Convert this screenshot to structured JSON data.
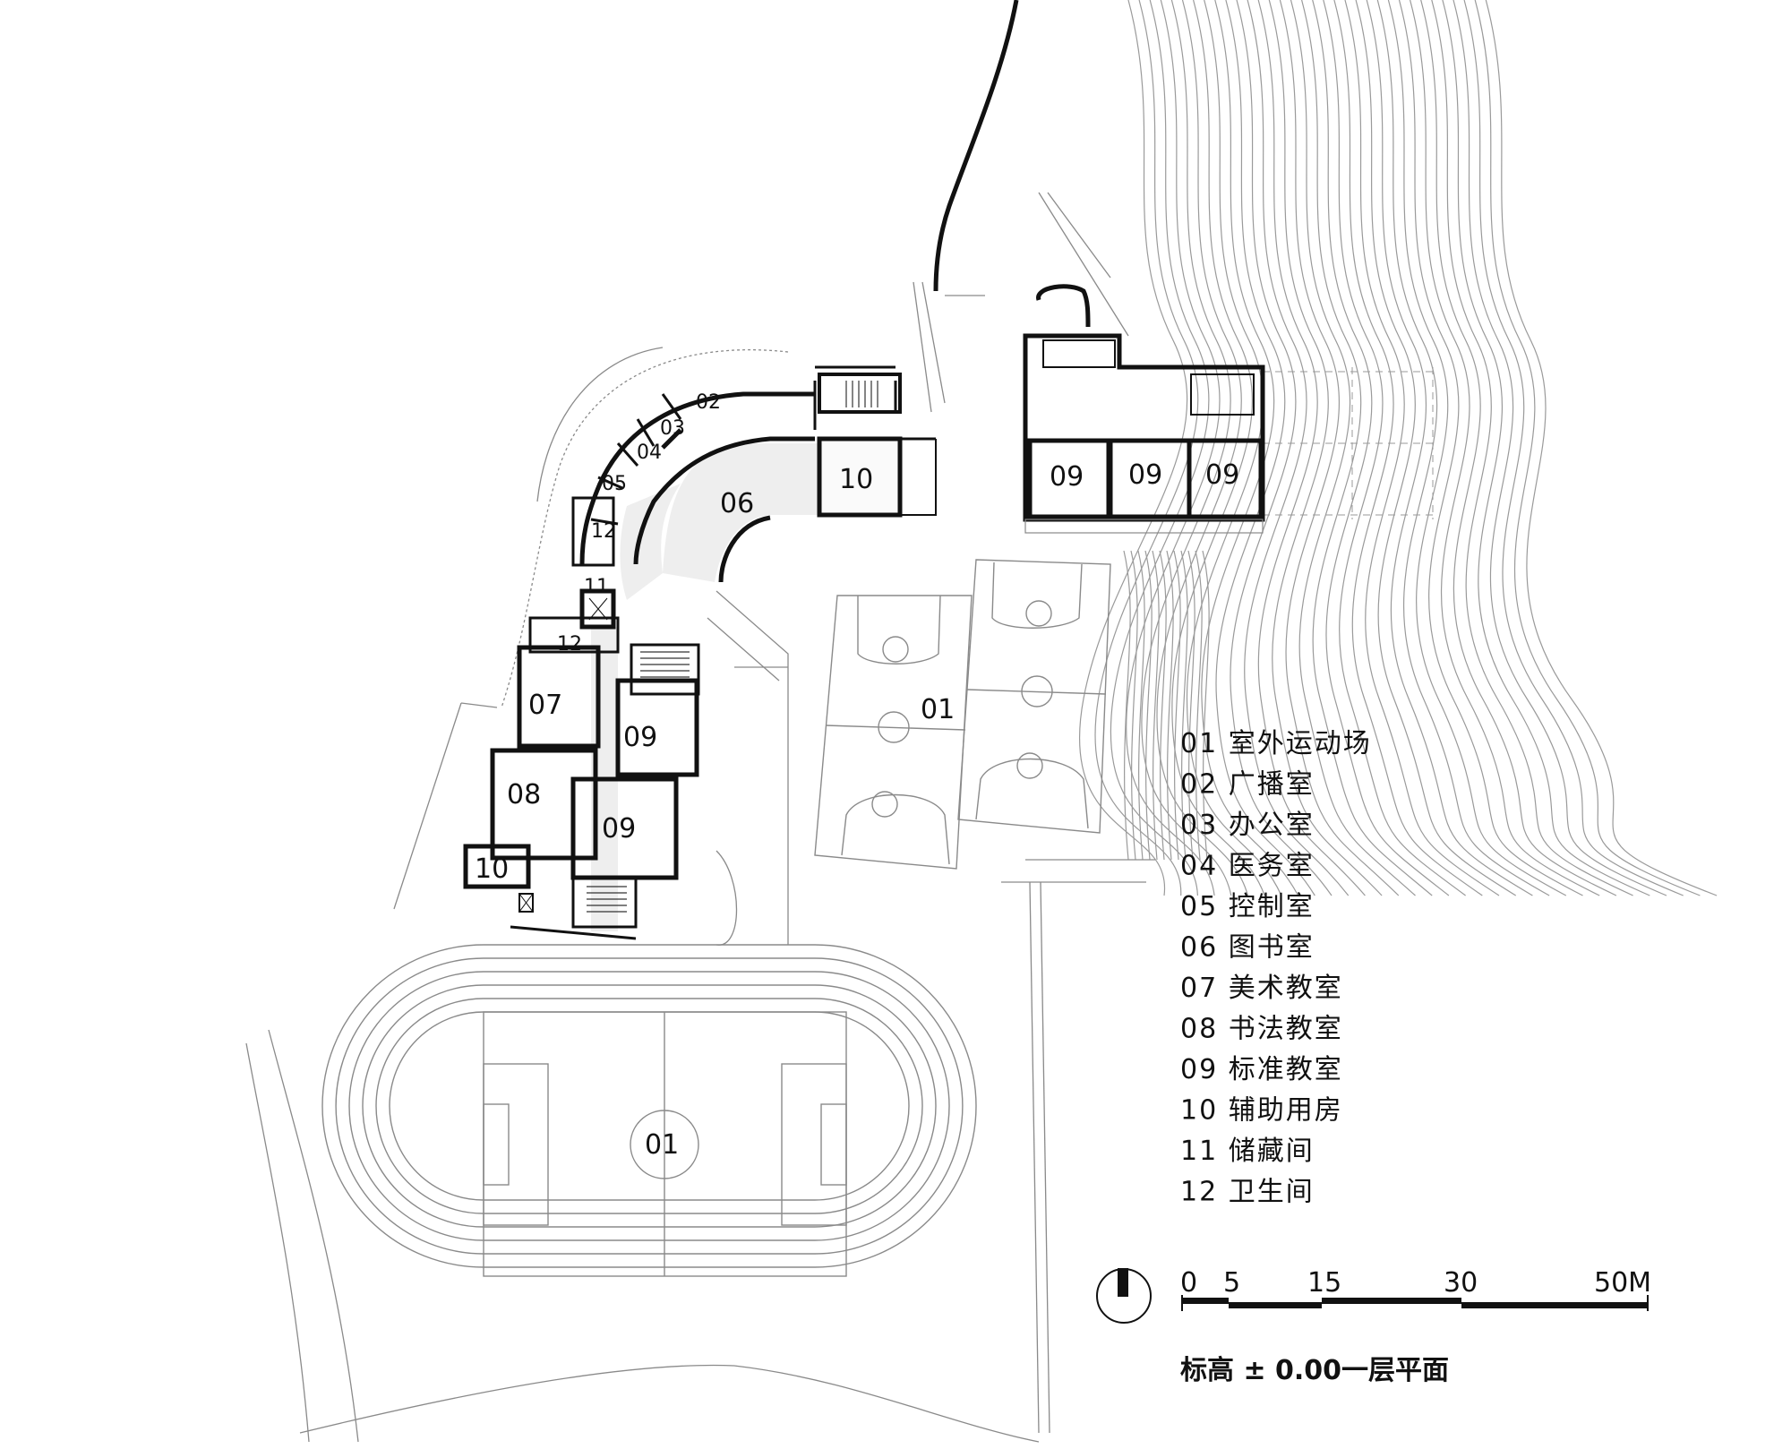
{
  "rooms": {
    "field_north": "01",
    "field_south": "01",
    "broadcast": "02",
    "office": "03",
    "medical": "04",
    "control": "05",
    "library": "06",
    "art": "07",
    "calligraphy": "08",
    "std_west_1": "09",
    "std_west_2": "09",
    "std_east_1": "09",
    "std_east_2": "09",
    "std_east_3": "09",
    "aux_north": "10",
    "aux_south": "10",
    "storage": "11",
    "toilet_north": "12",
    "toilet_south": "12"
  },
  "legend": [
    {
      "code": "01",
      "label": "室外运动场"
    },
    {
      "code": "02",
      "label": "广播室"
    },
    {
      "code": "03",
      "label": "办公室"
    },
    {
      "code": "04",
      "label": "医务室"
    },
    {
      "code": "05",
      "label": "控制室"
    },
    {
      "code": "06",
      "label": "图书室"
    },
    {
      "code": "07",
      "label": "美术教室"
    },
    {
      "code": "08",
      "label": "书法教室"
    },
    {
      "code": "09",
      "label": "标准教室"
    },
    {
      "code": "10",
      "label": "辅助用房"
    },
    {
      "code": "11",
      "label": "储藏间"
    },
    {
      "code": "12",
      "label": "卫生间"
    }
  ],
  "scale_bar": {
    "ticks": [
      "0",
      "5",
      "15",
      "30",
      "50M"
    ]
  },
  "caption": "标高 ± 0.00一层平面",
  "north_arrow": "north-arrow-icon"
}
